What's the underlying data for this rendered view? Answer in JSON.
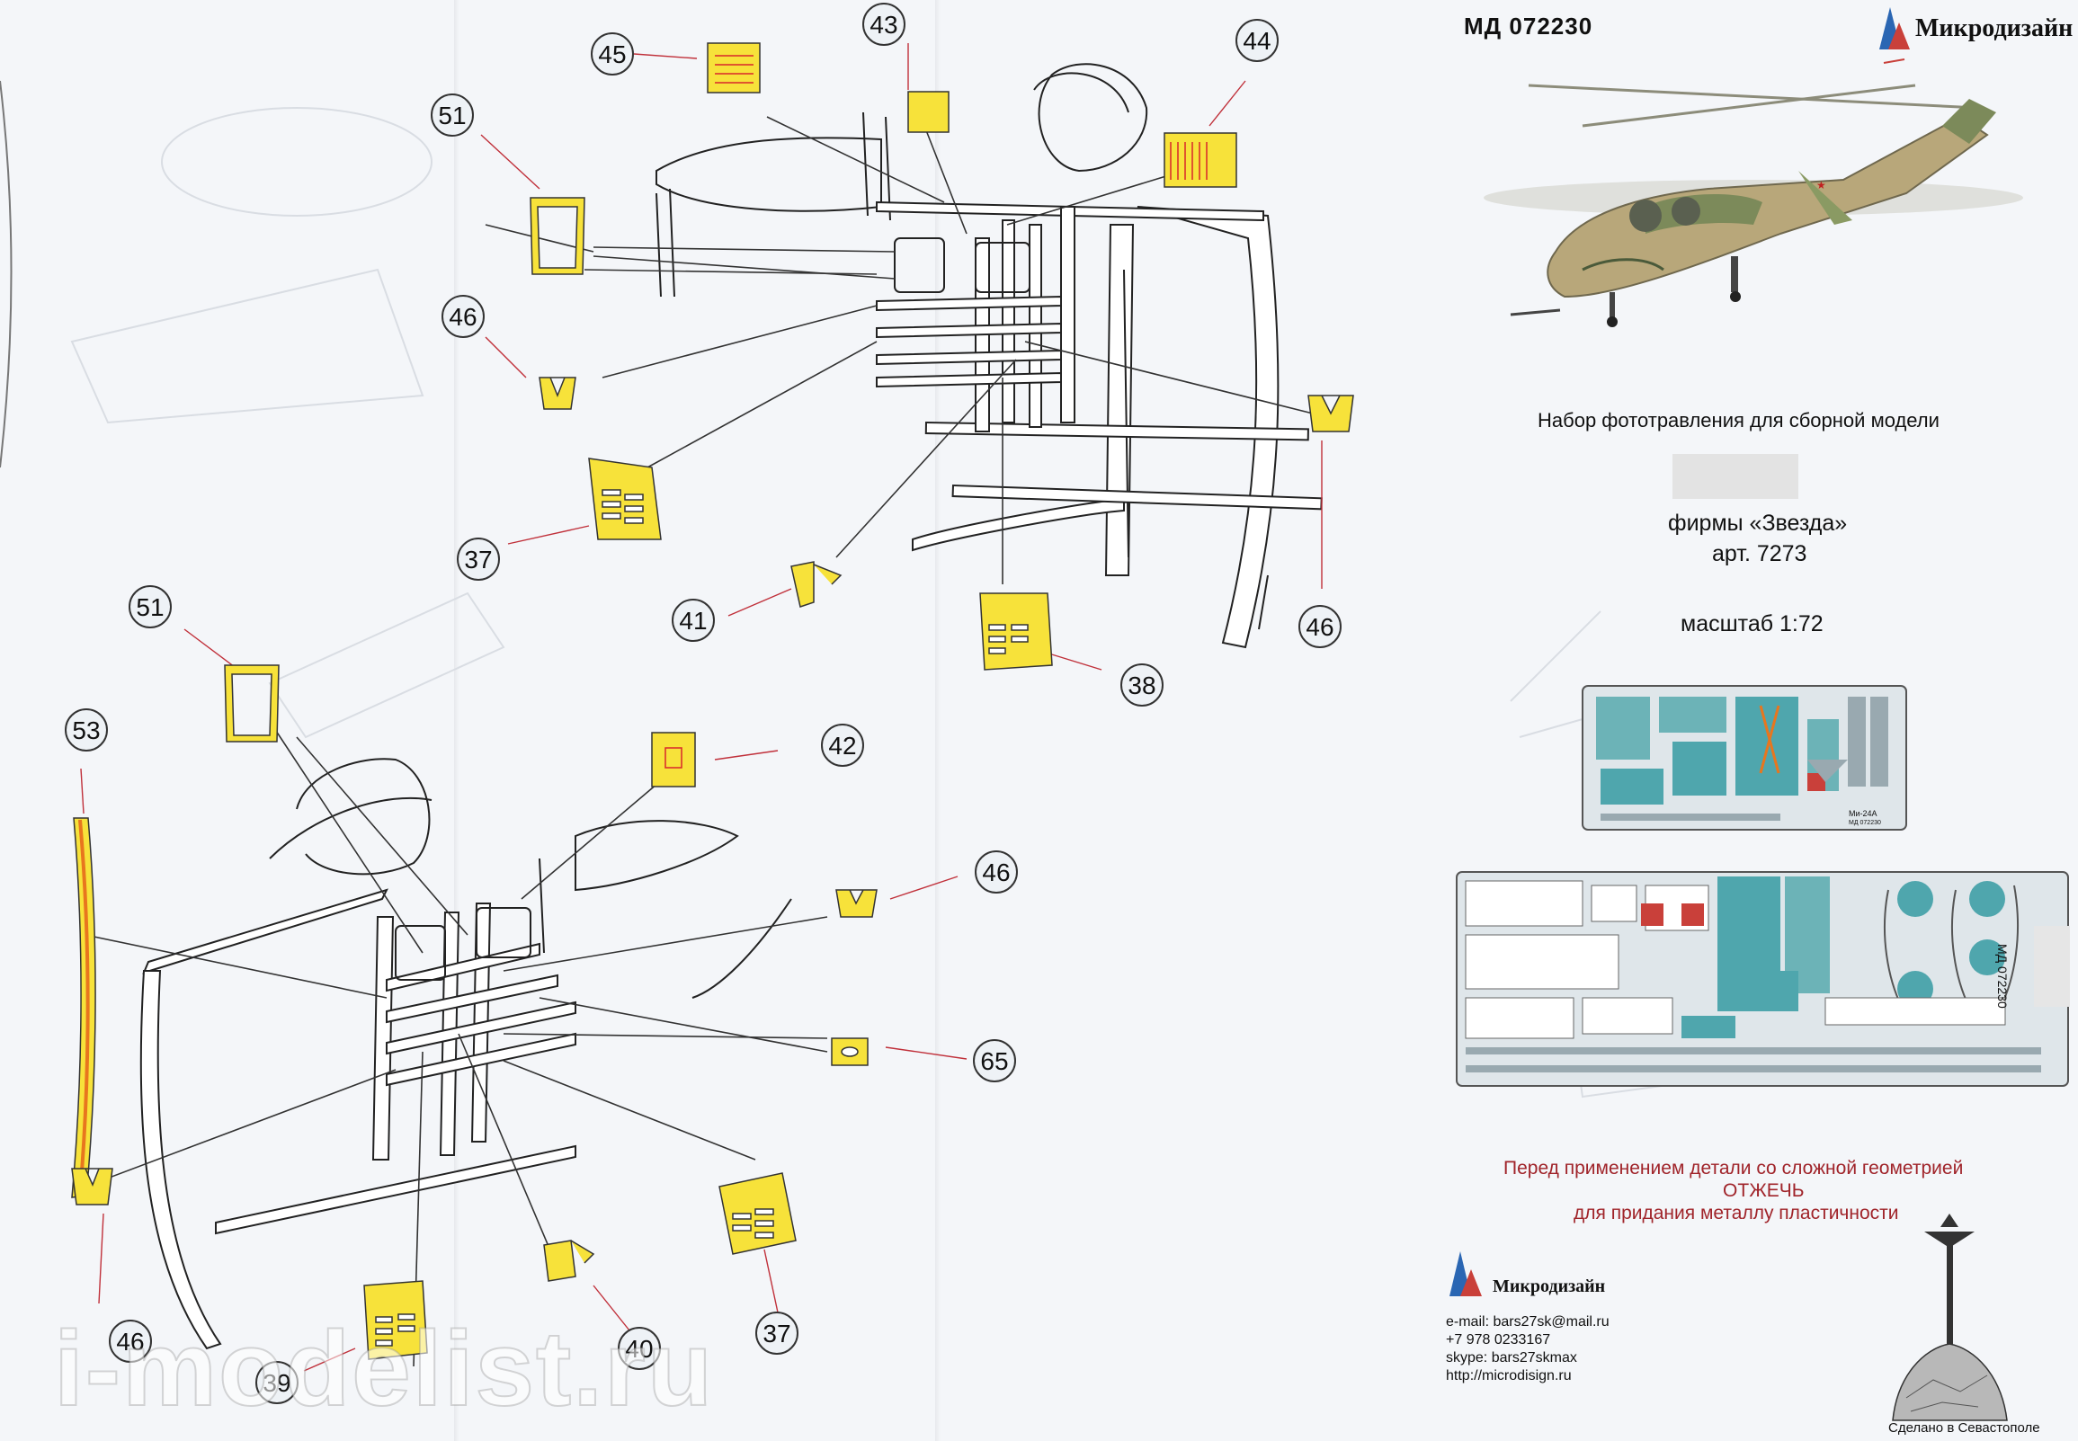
{
  "header": {
    "article_code": "МД 072230",
    "brand": "Микродизайн"
  },
  "intro": {
    "line1": "Набор фототравления для сборной модели",
    "line2": "фирмы «Звезда»",
    "line3": "арт. 7273",
    "scale": "масштаб 1:72"
  },
  "fret_small": {
    "model": "Ми-24А",
    "code": "МД 072230"
  },
  "fret_large": {
    "code": "МД 072230"
  },
  "warning": {
    "line1": "Перед применением детали со сложной геометрией",
    "line2": "ОТЖЕЧЬ",
    "line3": "для придания металлу пластичности"
  },
  "footer": {
    "brand": "Микродизайн",
    "email": "e-mail: bars27sk@mail.ru",
    "phone": "+7 978 0233167",
    "skype": "skype: bars27skmax",
    "url": "http://microdisign.ru",
    "made_in": "Сделано в Севастополе"
  },
  "watermark": "i-modelist.ru",
  "callouts_top": [
    "45",
    "43",
    "44",
    "51",
    "46",
    "37",
    "41",
    "38",
    "46"
  ],
  "callouts_bottom": [
    "51",
    "53",
    "42",
    "46",
    "65",
    "46",
    "37",
    "40",
    "39"
  ],
  "colors": {
    "part_yellow": "#f7e23a",
    "part_orange": "#e8761e",
    "part_red": "#d8262a",
    "fret_teal": "#4fa6ad",
    "warning_red": "#a0242a",
    "callout_fill": "#eef2f6"
  }
}
